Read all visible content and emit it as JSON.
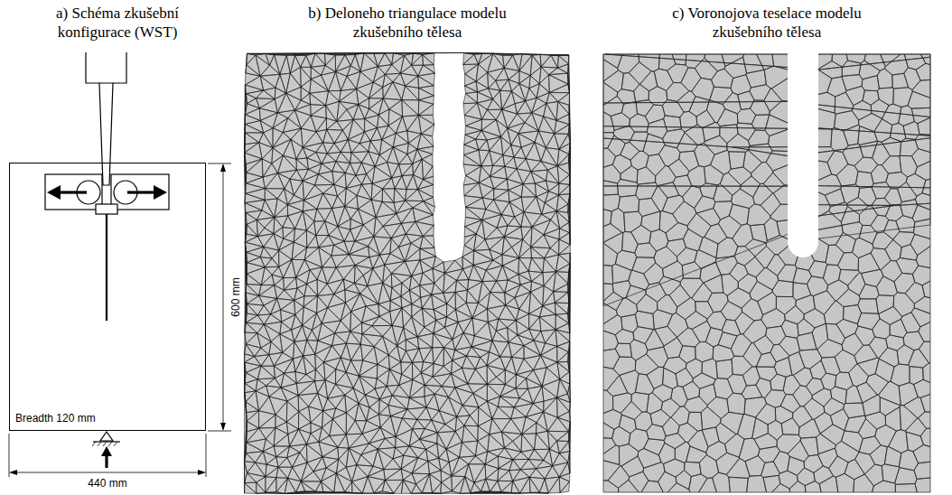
{
  "diagram": {
    "nodes": [
      {
        "text": [
          "Breadth 120 mm"
        ]
      }
    ],
    "labels": [
      "a) Schéma zkušební konfigurace (WST)",
      "b) Deloneho triangulace modelu zkušebního tělesa",
      "c) Voronojova teselace modelu zkušebního tělesa",
      "600 mm",
      "440 mm"
    ]
  }
}
